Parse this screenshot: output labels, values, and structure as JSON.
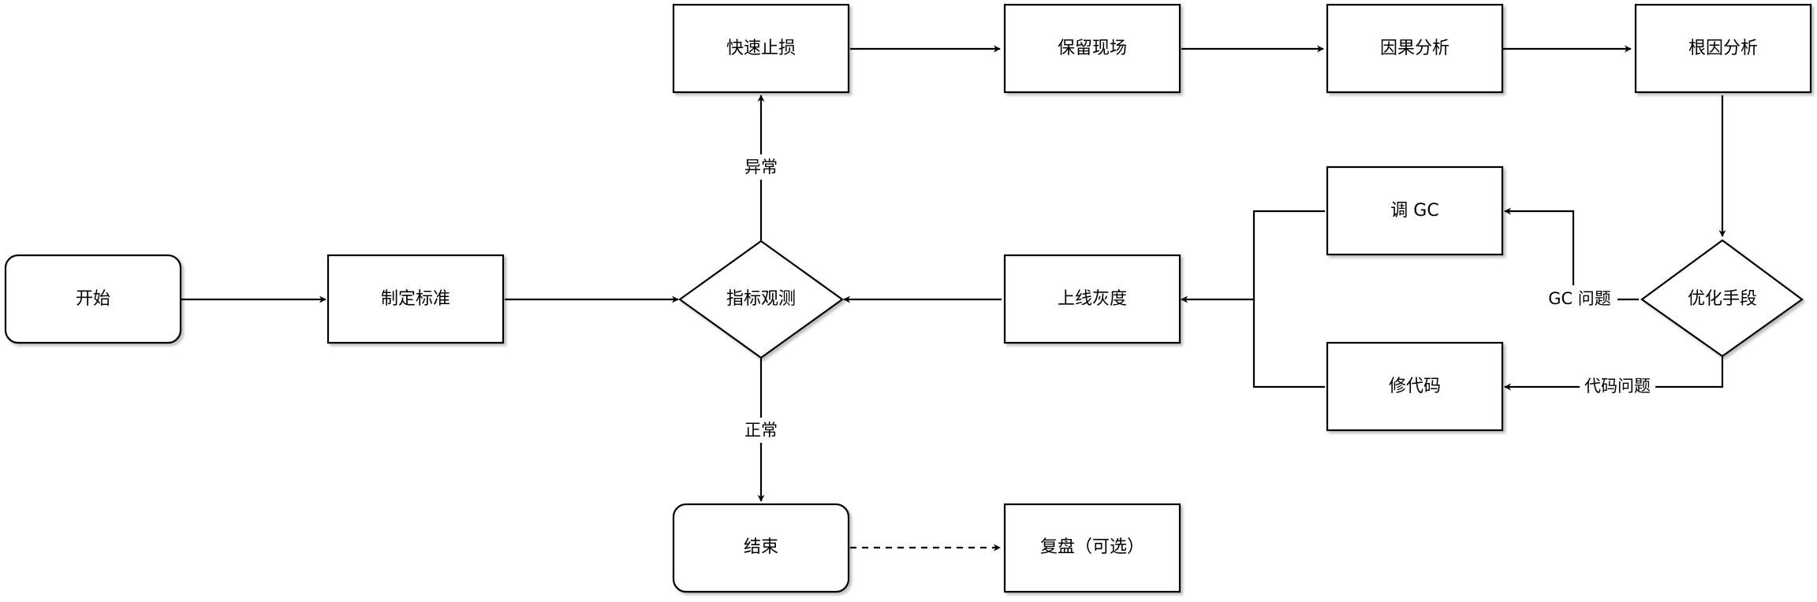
{
  "nodes": {
    "start": "开始",
    "set_standard": "制定标准",
    "observe": "指标观测",
    "stop_loss": "快速止损",
    "preserve_scene": "保留现场",
    "causal_analysis": "因果分析",
    "root_cause": "根因分析",
    "optimize": "优化手段",
    "tune_gc": "调 GC",
    "fix_code": "修代码",
    "canary": "上线灰度",
    "end": "结束",
    "review": "复盘（可选）"
  },
  "edge_labels": {
    "abnormal": "异常",
    "normal": "正常",
    "gc_issue": "GC 问题",
    "code_issue": "代码问题"
  }
}
